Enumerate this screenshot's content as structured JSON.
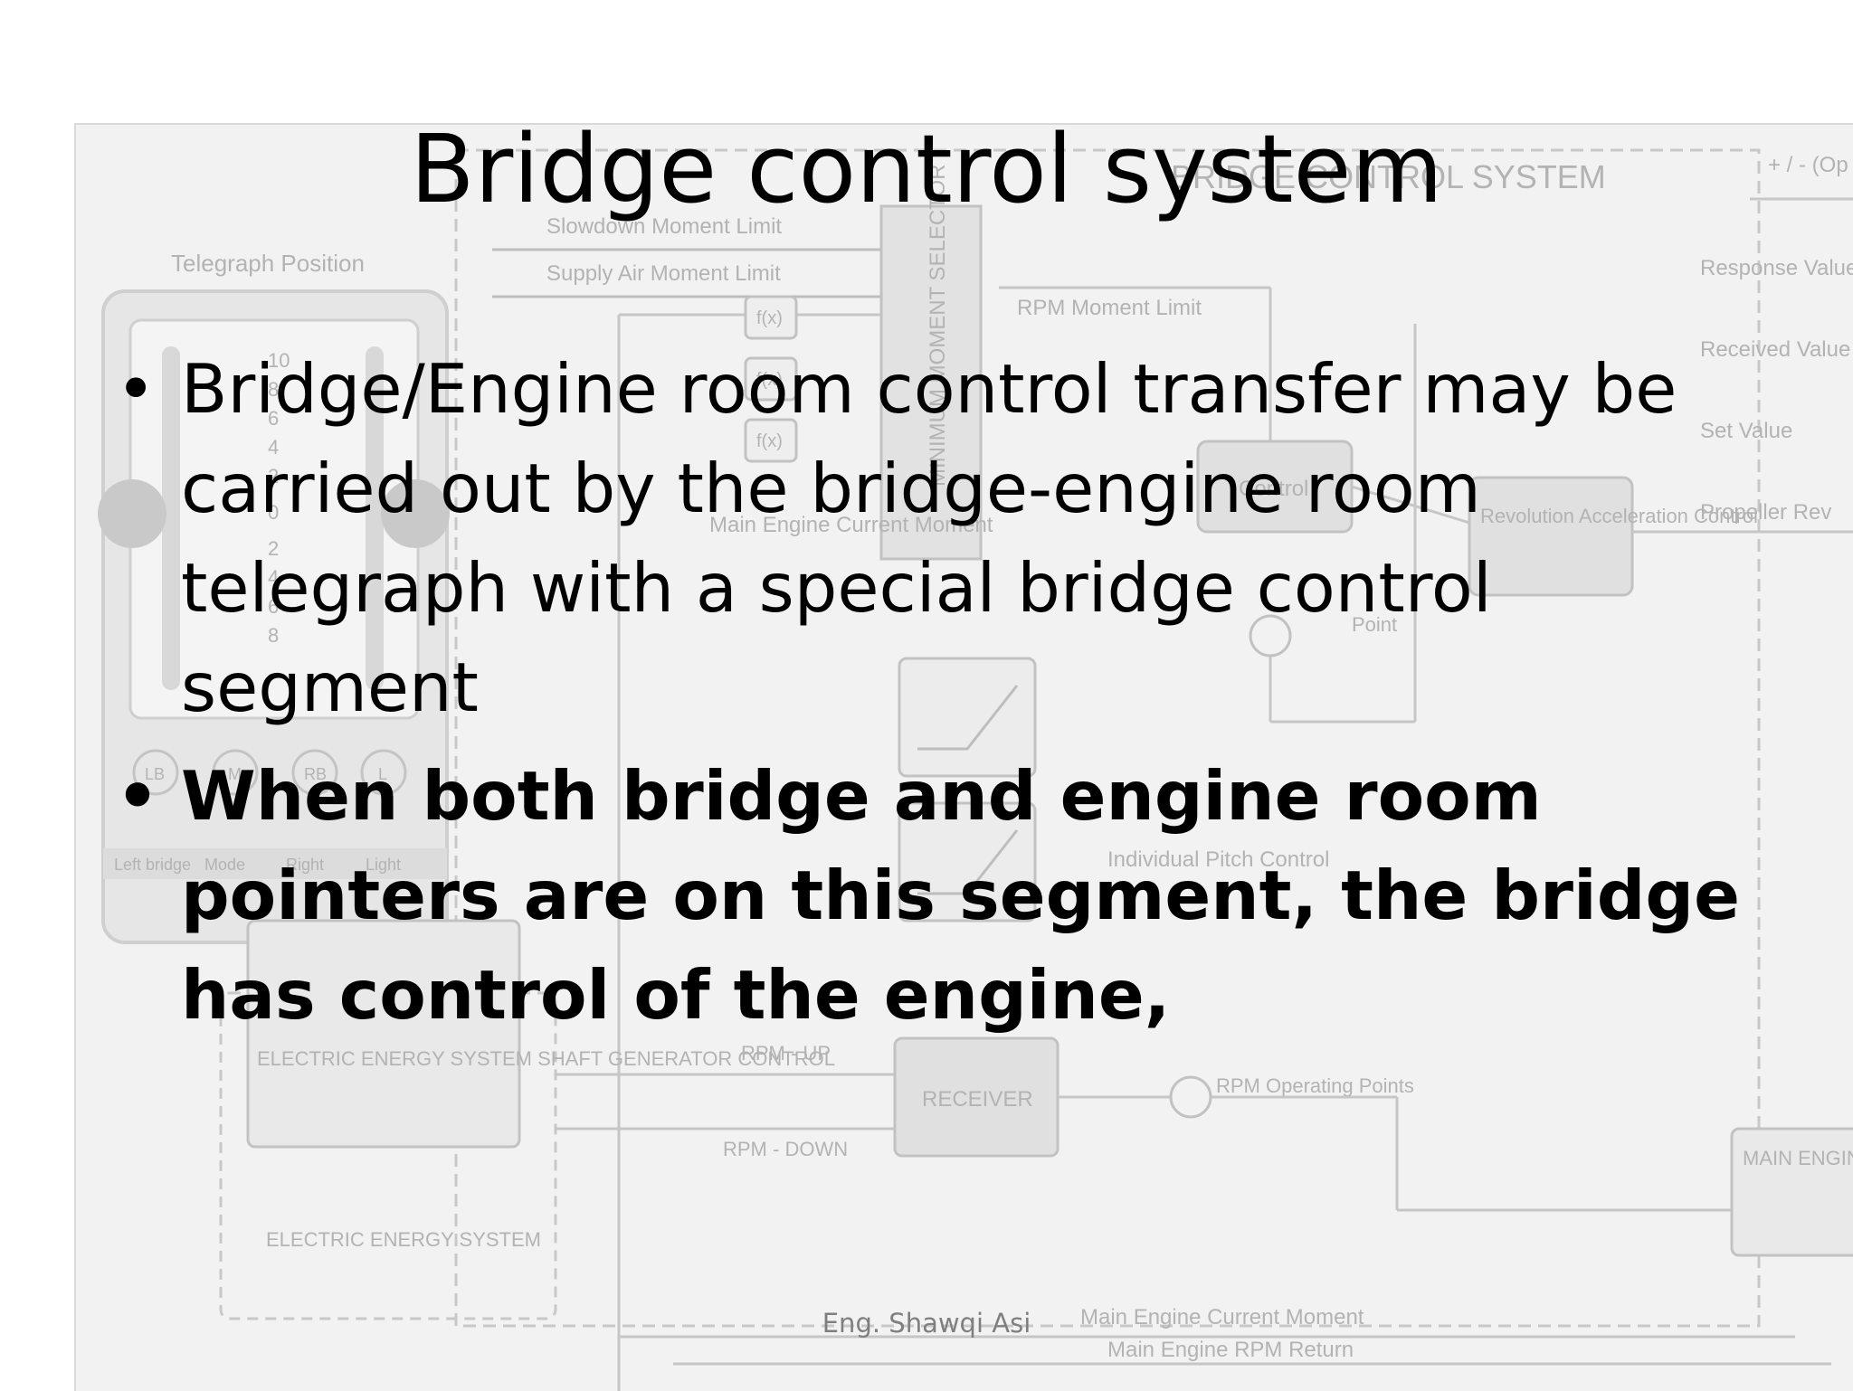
{
  "slide": {
    "title": "Bridge control system",
    "bullets": [
      {
        "text": "Bridge/Engine room control transfer may be carried out by the bridge-engine room telegraph with a special bridge control segment",
        "bold": false
      },
      {
        "text": "When both bridge and engine room pointers are on this segment, the bridge has control of the engine,",
        "bold": true
      }
    ],
    "footer": "Eng. Shawqi Asi"
  },
  "background_diagram": {
    "header": "BRIDGE CONTROL SYSTEM",
    "corner_label": "+ / - (Op",
    "telegraph_label": "Telegraph Position",
    "scale_numbers": [
      "10",
      "8",
      "6",
      "4",
      "2",
      "0",
      "2",
      "4",
      "6",
      "8"
    ],
    "panel_buttons": [
      "LB",
      "M",
      "RB",
      "L"
    ],
    "panel_button_labels": [
      "Left bridge",
      "Mode",
      "Right",
      "Light"
    ],
    "limits": [
      "Slowdown Moment Limit",
      "Supply Air Moment Limit"
    ],
    "function_blocks": [
      "f(x)",
      "f(x)",
      "f(x)"
    ],
    "minimum_selector": "MINIMUM MOMENT SELECTOR",
    "rpm_moment_limit": "RPM Moment Limit",
    "main_engine_current_moment": "Main Engine Current Moment",
    "control_block": "Control",
    "revolution_block": "Revolution Acceleration Control",
    "right_labels": [
      "Response Value",
      "Received Value",
      "Set Value",
      "Propeller Rev"
    ],
    "point_label": "Point",
    "individual_pitch": "Individual Pitch Control",
    "electric_block": "ELECTRIC ENERGY SYSTEM SHAFT GENERATOR CONTROL",
    "electric_system": "ELECTRIC ENERGY SYSTEM",
    "rpm_up": "RPM - UP",
    "rpm_down": "RPM - DOWN",
    "receiver": "RECEIVER",
    "rpm_operating": "RPM Operating Points",
    "regulator": "MAIN ENGINE RPM REGULATOR",
    "bottom_labels": [
      "Main Engine Current Moment",
      "Main Engine RPM Return"
    ]
  }
}
